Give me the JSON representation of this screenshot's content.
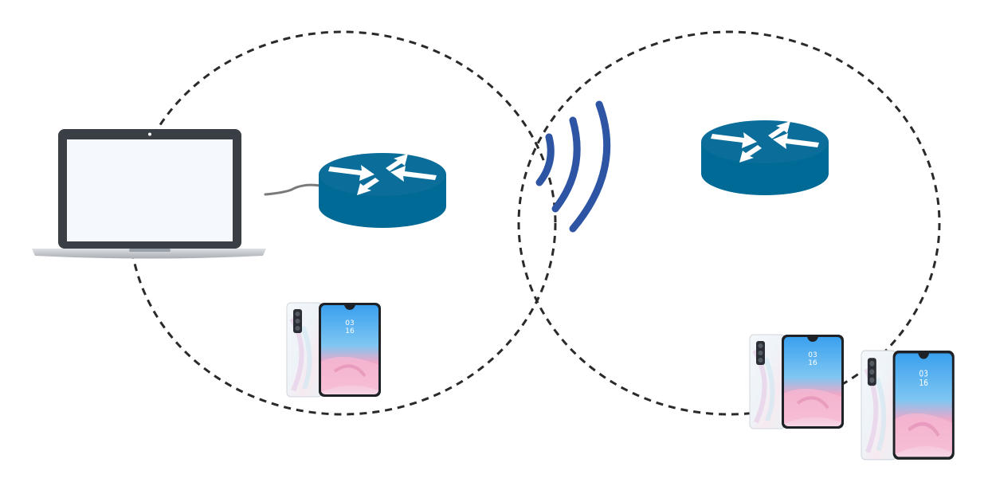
{
  "diagram": {
    "colors": {
      "circle_stroke": "#2a2a2a",
      "router_body": "#006a96",
      "router_top": "#0a6d9a",
      "arrow": "#ffffff",
      "wifi_waves": "#2d55a3",
      "cable": "#7a7a7a",
      "laptop_frame": "#3a3f45",
      "laptop_screen": "#f5f8fc",
      "laptop_base": "#c9ccd1"
    },
    "coverage_areas": [
      {
        "name": "left-coverage-area"
      },
      {
        "name": "right-coverage-area"
      }
    ],
    "devices": {
      "laptop": {
        "icon": "laptop-icon",
        "connection": "wired"
      },
      "left_router": {
        "icon": "router-icon"
      },
      "right_router": {
        "icon": "router-icon"
      },
      "wireless_link": {
        "icon": "wifi-signal-icon"
      },
      "phones": [
        {
          "icon": "smartphone-icon",
          "clock": "03\n16"
        },
        {
          "icon": "smartphone-icon",
          "clock": "03\n16"
        },
        {
          "icon": "smartphone-icon",
          "clock": "03\n16"
        }
      ]
    }
  }
}
